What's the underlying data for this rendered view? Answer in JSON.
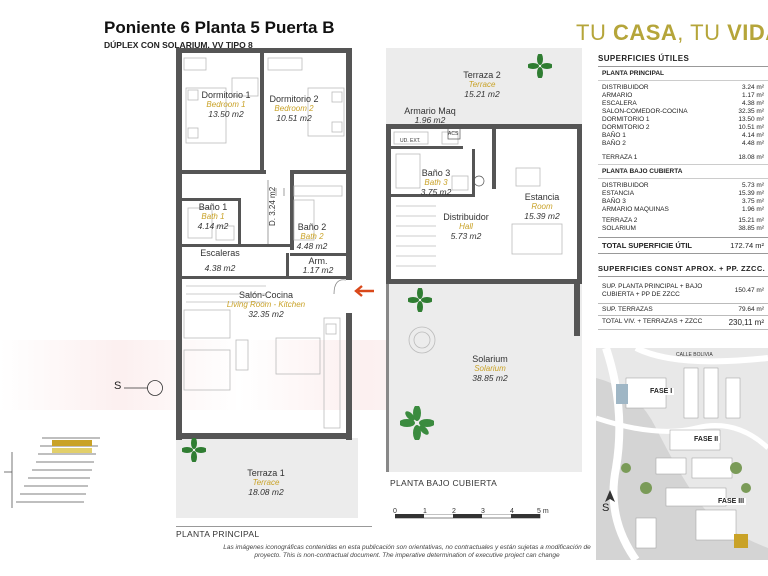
{
  "header": {
    "title": "Poniente 6 Planta 5 Puerta B",
    "subtitle": "DÚPLEX CON SOLARIUM, VV TIPO 8",
    "brand_part1": "TU ",
    "brand_part2": "CASA",
    "brand_part3": ", TU ",
    "brand_part4": "VIDA"
  },
  "colors": {
    "accent": "#c9a227",
    "brand": "#b5a53a",
    "wall": "#555555",
    "terrace": "#ececec"
  },
  "plan_principal": {
    "label": "PLANTA PRINCIPAL",
    "rooms": [
      {
        "name": "Dormitorio 1",
        "en": "Bedroom 1",
        "area": "13.50 m2"
      },
      {
        "name": "Dormitorio 2",
        "en": "Bedroom 2",
        "area": "10.51 m2"
      },
      {
        "name": "Baño 1",
        "en": "Bath 1",
        "area": "4.14 m2"
      },
      {
        "name": "Baño 2",
        "en": "Bath 2",
        "area": "4.48 m2"
      },
      {
        "name": "Escaleras",
        "en": "",
        "area": "4.38 m2"
      },
      {
        "name": "Arm.",
        "en": "",
        "area": "1.17 m2"
      },
      {
        "name": "Salón-Cocina",
        "en": "Living Room - Kitchen",
        "area": "32.35 m2"
      },
      {
        "name": "Terraza 1",
        "en": "Terrace",
        "area": "18.08 m2"
      }
    ],
    "distrib_vertical": "D.",
    "distrib_area_vertical": "3.24 m2"
  },
  "plan_cubierta": {
    "label": "PLANTA BAJO CUBIERTA",
    "rooms": [
      {
        "name": "Terraza 2",
        "en": "Terrace",
        "area": "15.21 m2"
      },
      {
        "name": "Armario Maq",
        "en": "",
        "area": "1.96 m2"
      },
      {
        "name": "Baño 3",
        "en": "Bath 3",
        "area": "3.75 m2"
      },
      {
        "name": "Distribuidor",
        "en": "Hall",
        "area": "5.73 m2"
      },
      {
        "name": "Estancia",
        "en": "Room",
        "area": "15.39 m2"
      },
      {
        "name": "Solarium",
        "en": "Solarium",
        "area": "38.85 m2"
      }
    ],
    "small_labels": [
      "UD. EXT.",
      "ACS"
    ]
  },
  "scale": {
    "ticks": [
      "0",
      "1",
      "2",
      "3",
      "4",
      "5 m"
    ]
  },
  "compass": "S",
  "disclaimer": "Las imágenes iconográficas contenidas en esta publicación son orientativas, no contractuales y están sujetas a modificación de proyecto. This is non-contractual document. The imperative determination of executive project can change",
  "panel": {
    "title": "SUPERFICIES ÚTILES",
    "principal_heading": "PLANTA PRINCIPAL",
    "principal": [
      {
        "label": "DISTRIBUIDOR",
        "value": "3.24 m²"
      },
      {
        "label": "ARMARIO",
        "value": "1.17 m²"
      },
      {
        "label": "ESCALERA",
        "value": "4.38 m²"
      },
      {
        "label": "SALON-COMEDOR-COCINA",
        "value": "32.35 m²"
      },
      {
        "label": "DORMITORIO 1",
        "value": "13.50 m²"
      },
      {
        "label": "DORMITORIO 2",
        "value": "10.51 m²"
      },
      {
        "label": "BAÑO 1",
        "value": "4.14 m²"
      },
      {
        "label": "BAÑO 2",
        "value": "4.48 m²"
      }
    ],
    "terraza1": {
      "label": "TERRAZA 1",
      "value": "18.08 m²"
    },
    "cubierta_heading": "PLANTA BAJO CUBIERTA",
    "cubierta": [
      {
        "label": "DISTRIBUIDOR",
        "value": "5.73 m²"
      },
      {
        "label": "ESTANCIA",
        "value": "15.39 m²"
      },
      {
        "label": "BAÑO 3",
        "value": "3.75 m²"
      },
      {
        "label": "ARMARIO MAQUINAS",
        "value": "1.96 m²"
      }
    ],
    "cubierta_terr": [
      {
        "label": "TERRAZA 2",
        "value": "15.21 m²"
      },
      {
        "label": "SOLARIUM",
        "value": "38.85 m²"
      }
    ],
    "total_util_label": "TOTAL SUPERFICIE ÚTIL",
    "total_util_value": "172.74 m²",
    "const_title": "SUPERFICIES CONST APROX. + PP. ZZCC.",
    "const_rows": [
      {
        "label": "SUP. PLANTA PRINCIPAL + BAJO CUBIERTA + PP DE ZZCC",
        "value": "150.47 m²"
      },
      {
        "label": "SUP. TERRAZAS",
        "value": "79.64 m²"
      }
    ],
    "const_total_label": "TOTAL VIV. + TERRAZAS + ZZCC",
    "const_total_value": "230,11 m²"
  },
  "site_map": {
    "street": "CALLE BOLIVIA",
    "phases": [
      "FASE I",
      "FASE II",
      "FASE III"
    ]
  }
}
